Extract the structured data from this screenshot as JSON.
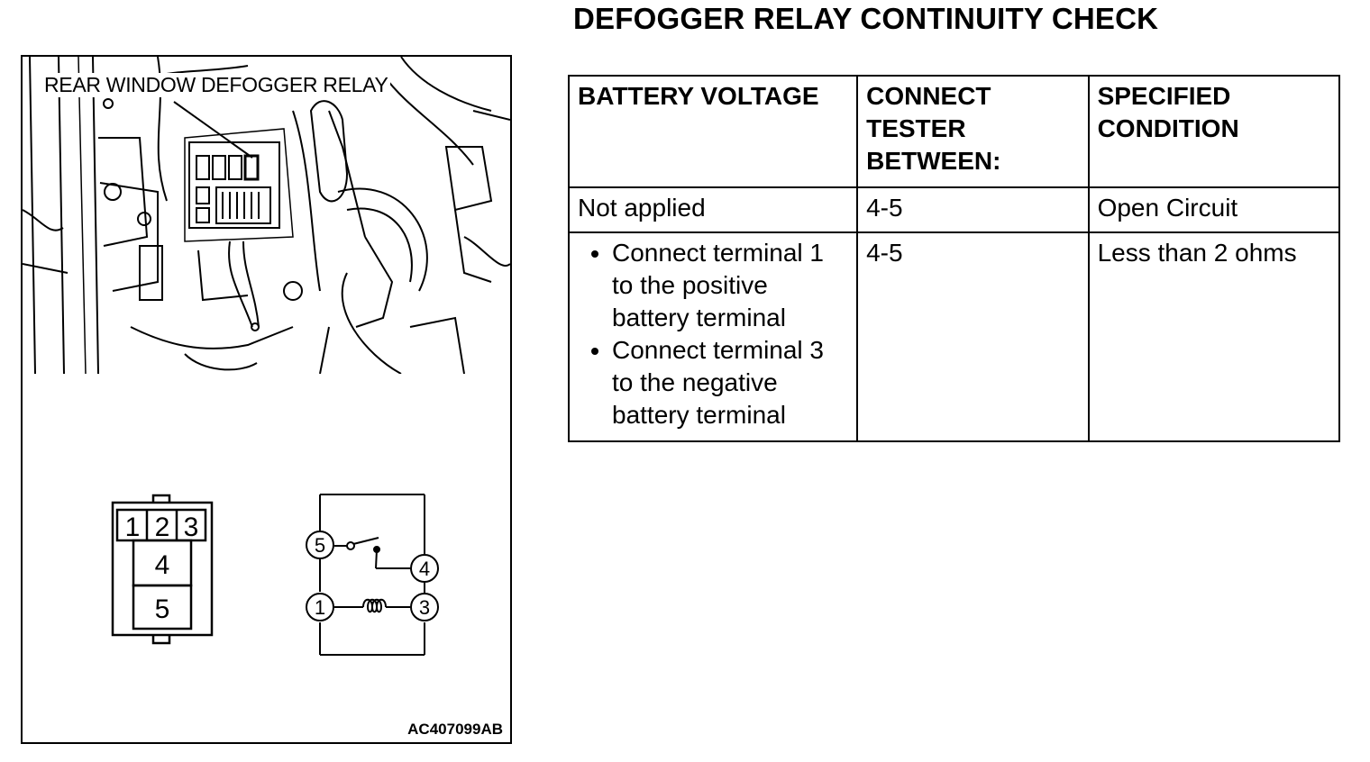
{
  "title": "DEFOGGER RELAY CONTINUITY CHECK",
  "figure": {
    "callout_label": "REAR WINDOW DEFOGGER RELAY",
    "figure_code": "AC407099AB",
    "connector_terminals": [
      "1",
      "2",
      "3",
      "4",
      "5"
    ],
    "circuit_terminals": [
      "5",
      "4",
      "1",
      "3"
    ]
  },
  "table": {
    "headers": [
      "BATTERY VOLTAGE",
      "CONNECT TESTER BETWEEN:",
      "SPECIFIED CONDITION"
    ],
    "rows": [
      {
        "battery_voltage": "Not applied",
        "connect_between": "4-5",
        "condition": "Open Circuit"
      },
      {
        "battery_voltage_steps": [
          "Connect terminal 1 to the positive battery terminal",
          "Connect terminal 3 to the negative battery terminal"
        ],
        "connect_between": "4-5",
        "condition": "Less than 2 ohms"
      }
    ]
  }
}
